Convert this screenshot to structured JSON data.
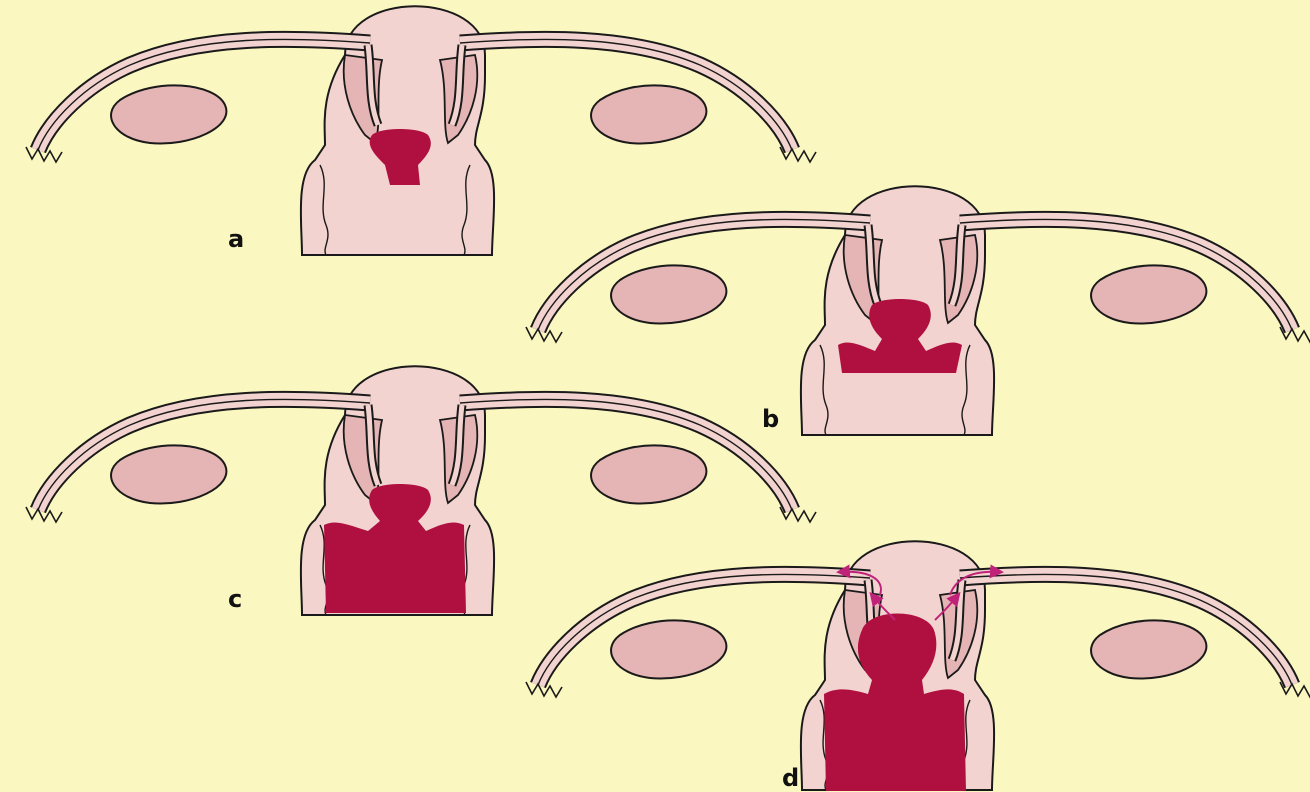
{
  "colors": {
    "background": "#fbf7c0",
    "tissue": "#f3d3cf",
    "tissue_dark": "#e4b5b4",
    "fill": "#b01040",
    "outline": "#1a1a1a",
    "arrow": "#c0227a"
  },
  "panels": [
    {
      "label": "a",
      "fill_level": "cervix"
    },
    {
      "label": "b",
      "fill_level": "cervix-and-vaginal-top"
    },
    {
      "label": "c",
      "fill_level": "cervix-and-vagina"
    },
    {
      "label": "d",
      "fill_level": "cervix-vagina-and-uterine-cavity",
      "arrows": true
    }
  ]
}
